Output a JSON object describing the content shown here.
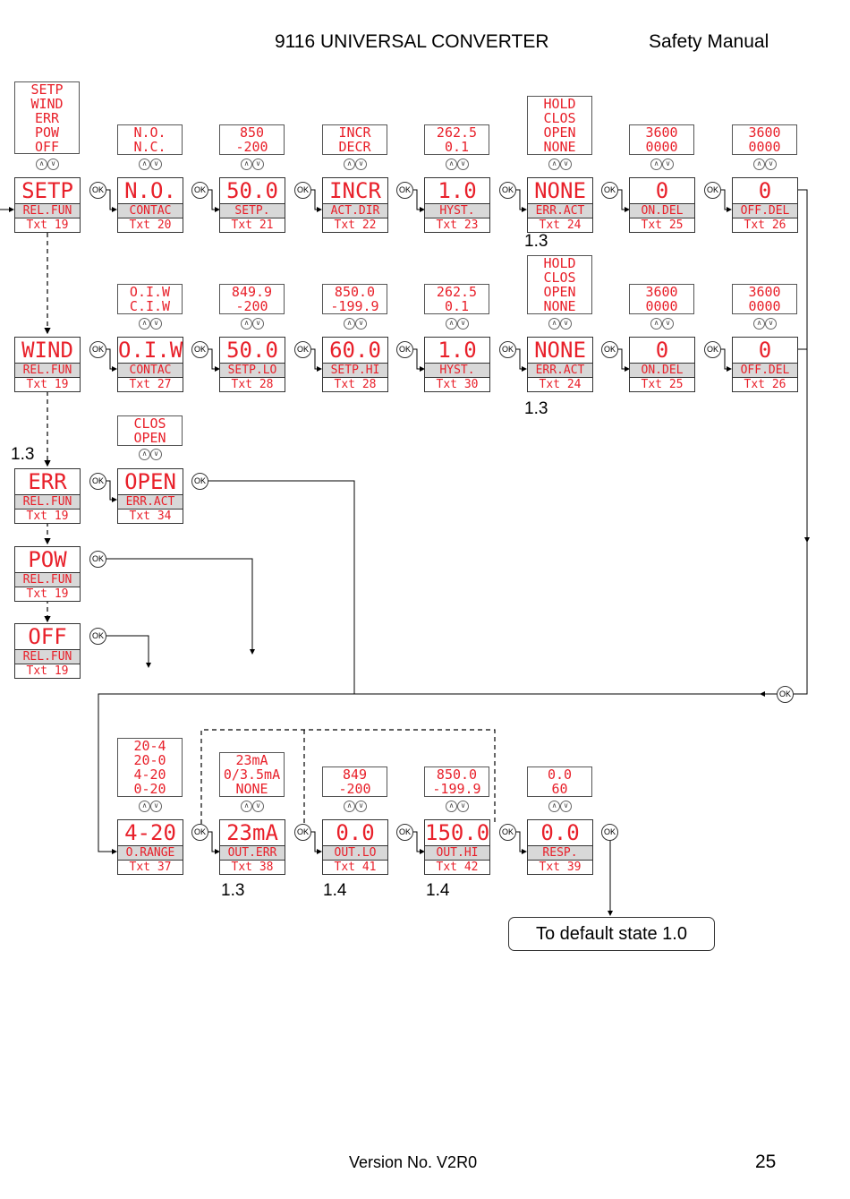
{
  "header": {
    "title": "9116 UNIVERSAL CONVERTER",
    "section": "Safety Manual"
  },
  "footer": {
    "version": "Version No. V2R0",
    "page": "25"
  },
  "ok_label": "OK",
  "default_state": "To default state 1.0",
  "displays": {
    "r1": [
      {
        "main": "SETP",
        "label": "REL.FUN",
        "txt": "Txt 19"
      },
      {
        "main": "N.O.",
        "label": "CONTAC",
        "txt": "Txt 20"
      },
      {
        "main": "50.0",
        "label": "SETP.",
        "txt": "Txt 21"
      },
      {
        "main": "INCR",
        "label": "ACT.DIR",
        "txt": "Txt 22"
      },
      {
        "main": "1.0",
        "label": "HYST.",
        "txt": "Txt 23"
      },
      {
        "main": "NONE",
        "label": "ERR.ACT",
        "txt": "Txt 24"
      },
      {
        "main": "0",
        "label": "ON.DEL",
        "txt": "Txt 25"
      },
      {
        "main": "0",
        "label": "OFF.DEL",
        "txt": "Txt 26"
      }
    ],
    "r2": [
      {
        "main": "WIND",
        "label": "REL.FUN",
        "txt": "Txt 19"
      },
      {
        "main": "O.I.W",
        "label": "CONTAC",
        "txt": "Txt 27"
      },
      {
        "main": "50.0",
        "label": "SETP.LO",
        "txt": "Txt 28"
      },
      {
        "main": "60.0",
        "label": "SETP.HI",
        "txt": "Txt 28"
      },
      {
        "main": "1.0",
        "label": "HYST.",
        "txt": "Txt 30"
      },
      {
        "main": "NONE",
        "label": "ERR.ACT",
        "txt": "Txt 24"
      },
      {
        "main": "0",
        "label": "ON.DEL",
        "txt": "Txt 25"
      },
      {
        "main": "0",
        "label": "OFF.DEL",
        "txt": "Txt 26"
      }
    ],
    "err": {
      "main": "ERR",
      "label": "REL.FUN",
      "txt": "Txt 19"
    },
    "err_act": {
      "main": "OPEN",
      "label": "ERR.ACT",
      "txt": "Txt 34"
    },
    "pow": {
      "main": "POW",
      "label": "REL.FUN",
      "txt": "Txt 19"
    },
    "off": {
      "main": "OFF",
      "label": "REL.FUN",
      "txt": "Txt 19"
    },
    "r6": [
      {
        "main": "4-20",
        "label": "O.RANGE",
        "txt": "Txt 37"
      },
      {
        "main": "23mA",
        "label": "OUT.ERR",
        "txt": "Txt 38"
      },
      {
        "main": "0.0",
        "label": "OUT.LO",
        "txt": "Txt 41"
      },
      {
        "main": "150.0",
        "label": "OUT.HI",
        "txt": "Txt 42"
      },
      {
        "main": "0.0",
        "label": "RESP.",
        "txt": "Txt 39"
      }
    ]
  },
  "options": {
    "r1": [
      [
        "SETP",
        "WIND",
        "ERR",
        "POW",
        "OFF"
      ],
      [
        "N.O.",
        "N.C."
      ],
      [
        "850",
        "-200"
      ],
      [
        "INCR",
        "DECR"
      ],
      [
        "262.5",
        "0.1"
      ],
      [
        "HOLD",
        "CLOS",
        "OPEN",
        "NONE"
      ],
      [
        "3600",
        "0000"
      ],
      [
        "3600",
        "0000"
      ]
    ],
    "r2": [
      [
        "O.I.W",
        "C.I.W"
      ],
      [
        "849.9",
        "-200"
      ],
      [
        "850.0",
        "-199.9"
      ],
      [
        "262.5",
        "0.1"
      ],
      [
        "HOLD",
        "CLOS",
        "OPEN",
        "NONE"
      ],
      [
        "3600",
        "0000"
      ],
      [
        "3600",
        "0000"
      ]
    ],
    "err_act": [
      "CLOS",
      "OPEN"
    ],
    "r6": [
      [
        "20-4",
        "20-0",
        "4-20",
        "0-20"
      ],
      [
        "23mA",
        "0/3.5mA",
        "NONE"
      ],
      [
        "849",
        "-200"
      ],
      [
        "850.0",
        "-199.9"
      ],
      [
        "0.0",
        "60"
      ]
    ]
  },
  "notes": {
    "r1_erract": "1.3",
    "r2_erract": "1.3",
    "err": "1.3",
    "out_err": "1.3",
    "out_lo": "1.4",
    "out_hi": "1.4"
  }
}
